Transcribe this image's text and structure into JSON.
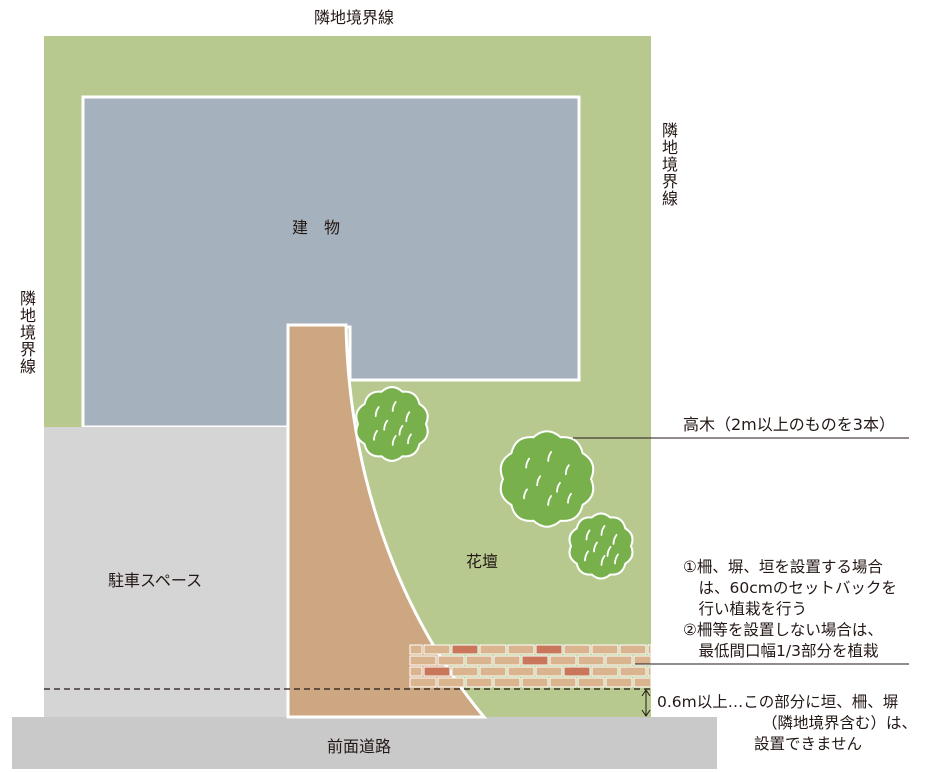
{
  "colors": {
    "lot": "#b7c98f",
    "building": "#a5b1bc",
    "path": "#cda782",
    "parking": "#d5d5d6",
    "road": "#c9c9ca",
    "tree": "#78b04b",
    "brick": "#d9b48e",
    "brick_accent": "#c9765a"
  },
  "labels": {
    "boundary_top": "隣地境界線",
    "boundary_right": "隣地境界線",
    "boundary_left": "隣地境界線",
    "building": "建　物",
    "parking": "駐車スペース",
    "flowerbed": "花壇",
    "road": "前面道路",
    "tall_trees": "高木（2m以上のものを3本）"
  },
  "notes": {
    "fence_rule": [
      "①柵、塀、垣を設置する場合",
      "　は、60cmのセットバックを",
      "　行い植栽を行う",
      "②柵等を設置しない場合は、",
      "　最低間口幅1/3部分を植栽"
    ],
    "setback_rule": [
      "0.6m以上…この部分に垣、柵、塀",
      "（隣地境界含む）は、",
      "設置できません"
    ]
  }
}
